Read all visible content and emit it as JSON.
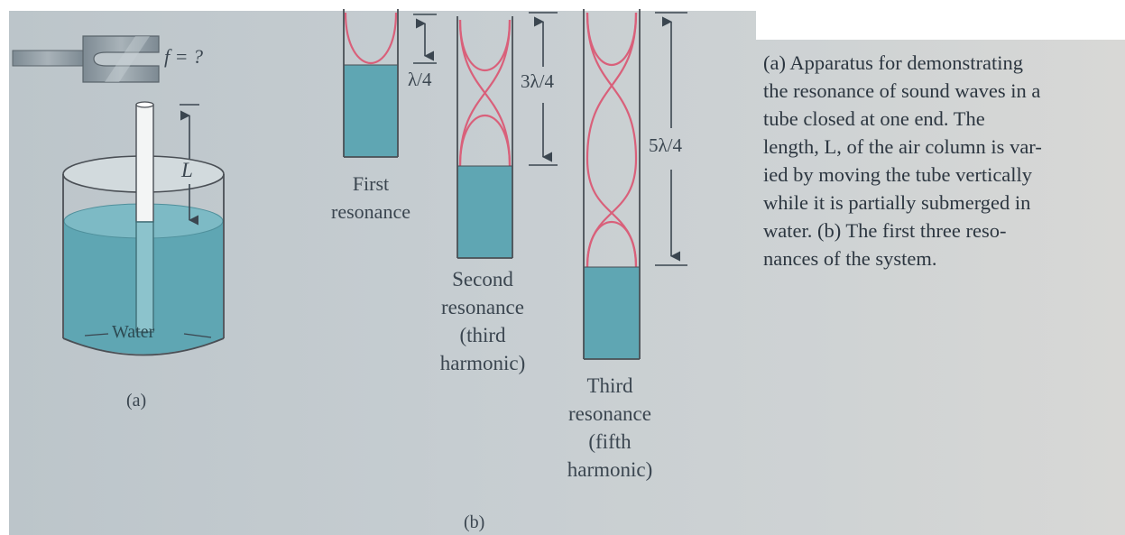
{
  "part_a": {
    "fork_label": "f = ?",
    "length_label": "L",
    "water_label": "Water",
    "panel_label": "(a)"
  },
  "part_b": {
    "panel_label": "(b)",
    "tubes": [
      {
        "length_label": "λ/4",
        "name_lines": [
          "First",
          "resonance"
        ]
      },
      {
        "length_label": "3λ/4",
        "name_lines": [
          "Second",
          "resonance",
          "(third",
          "harmonic)"
        ]
      },
      {
        "length_label": "5λ/4",
        "name_lines": [
          "Third",
          "resonance",
          "(fifth",
          "harmonic)"
        ]
      }
    ]
  },
  "caption_lines": [
    "(a) Apparatus for demonstrating",
    "the resonance of sound waves in a",
    "tube closed at one end. The",
    "length, L, of the air column is var-",
    "ied by moving the tube vertically",
    "while it is partially submerged in",
    "water. (b) The first three reso-",
    "nances of the system."
  ],
  "colors": {
    "water": "#5fa6b3",
    "wave": "#d9607a",
    "tube_outline": "#4a4f55",
    "text": "#3b4650"
  }
}
